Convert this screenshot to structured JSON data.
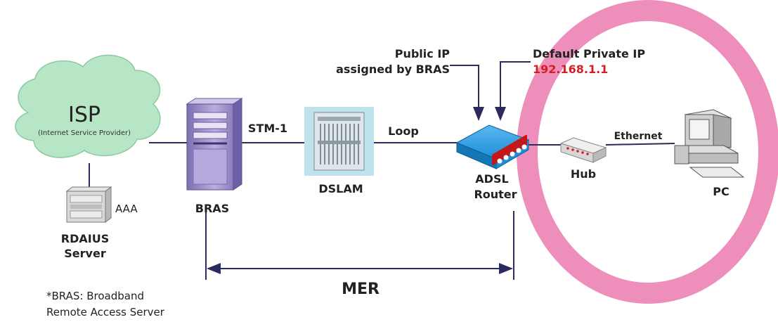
{
  "isp": {
    "title": "ISP",
    "subtitle": "(Internet Service Provider)"
  },
  "aaa": "AAA",
  "radius": {
    "line1": "RDAIUS",
    "line2": "Server"
  },
  "bras": "BRAS",
  "stm1": "STM-1",
  "dslam": "DSLAM",
  "loop": "Loop",
  "public_ip": {
    "line1": "Public IP",
    "line2": "assigned by BRAS"
  },
  "private_ip": {
    "line1": "Default Private IP",
    "line2": "192.168.1.1"
  },
  "router": {
    "line1": "ADSL",
    "line2": "Router"
  },
  "hub": "Hub",
  "ethernet": "Ethernet",
  "pc": "PC",
  "mer": "MER",
  "footnote": {
    "line1": "*BRAS: Broadband",
    "line2": "Remote Access Server"
  },
  "colors": {
    "line": "#2b2b5e",
    "cloud": "#b6e6c6",
    "ring": "#ee8fbb",
    "bras_body": "#9e8fc8",
    "router": "#1c8fd6",
    "router_leds": "#e02a2a",
    "ip_red": "#d42020",
    "dslam_bg": "#bfe3ec"
  }
}
